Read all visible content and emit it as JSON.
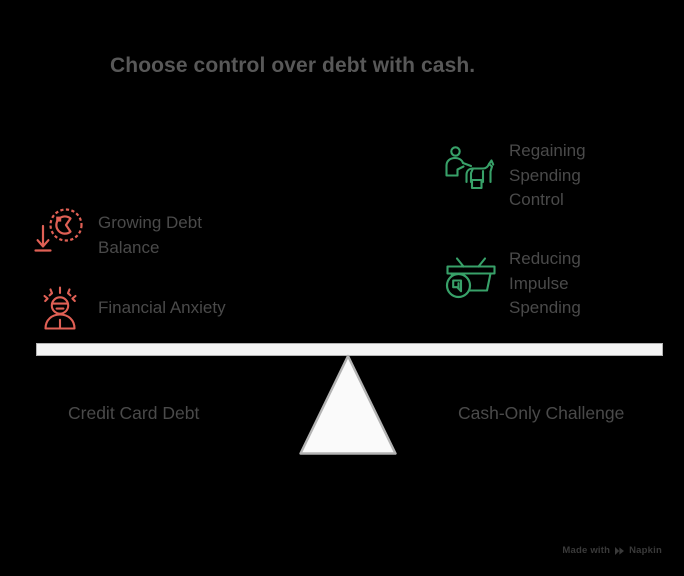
{
  "title": "Choose control over debt with cash.",
  "colors": {
    "background": "#000000",
    "title_text": "#585858",
    "body_text": "#4a4a4a",
    "negative_accent": "#e06055",
    "positive_accent": "#38a169",
    "beam_fill": "#f4f4f4",
    "beam_stroke": "#b3b3b3",
    "fulcrum_fill": "#fafafa",
    "fulcrum_stroke": "#b3b3b3"
  },
  "left_side": {
    "label": "Credit Card Debt",
    "items": [
      {
        "icon": "debt-balance-chart-down-arrow-icon",
        "label": "Growing Debt\nBalance"
      },
      {
        "icon": "stressed-person-anxiety-icon",
        "label": "Financial Anxiety"
      }
    ]
  },
  "right_side": {
    "label": "Cash-Only Challenge",
    "items": [
      {
        "icon": "person-taming-horse-icon",
        "label": "Regaining\nSpending\nControl"
      },
      {
        "icon": "shopping-basket-decrease-icon",
        "label": "Reducing\nImpulse\nSpending"
      }
    ]
  },
  "seesaw": {
    "fulcrum_shape": "triangle",
    "beam_orientation": "level"
  },
  "watermark": {
    "text_prefix": "Made with",
    "brand": "Napkin",
    "mark": "napkin-logo-icon"
  }
}
